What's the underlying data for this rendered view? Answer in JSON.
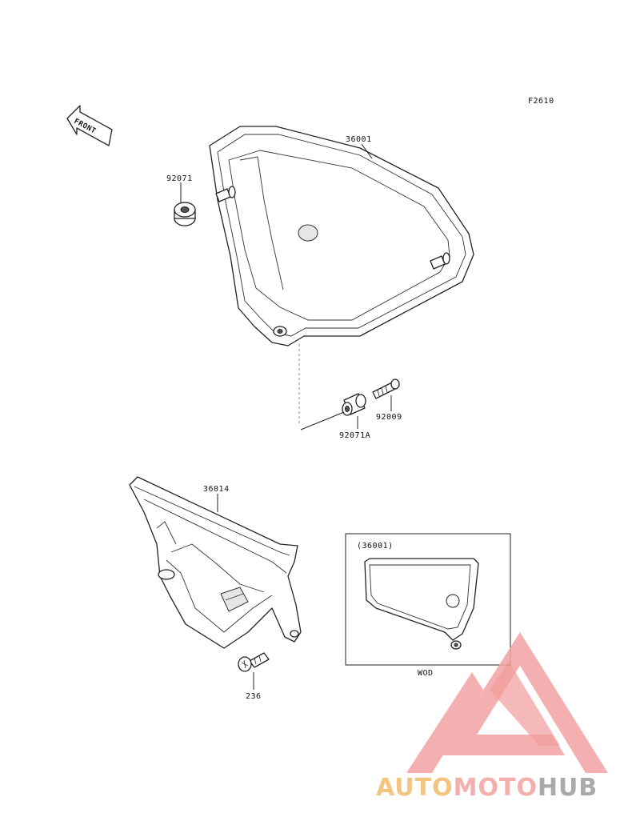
{
  "figure_code": "F2610",
  "front_arrow_text": "FRONT",
  "parts": {
    "side_cover_left": "36001",
    "grommet": "92071",
    "collar": "92071A",
    "bolt": "92009",
    "side_cover_right": "36014",
    "screw": "236"
  },
  "inset": {
    "ref": "(36001)",
    "note": "WOD"
  },
  "watermark": {
    "part1": "AUTO",
    "part2": "MOTO",
    "part3": "HUB",
    "colors": {
      "auto": "#f2bb6a",
      "moto": "#f2a0a0",
      "hub": "#9c9c9c",
      "triangle": "#f08a8a"
    }
  }
}
